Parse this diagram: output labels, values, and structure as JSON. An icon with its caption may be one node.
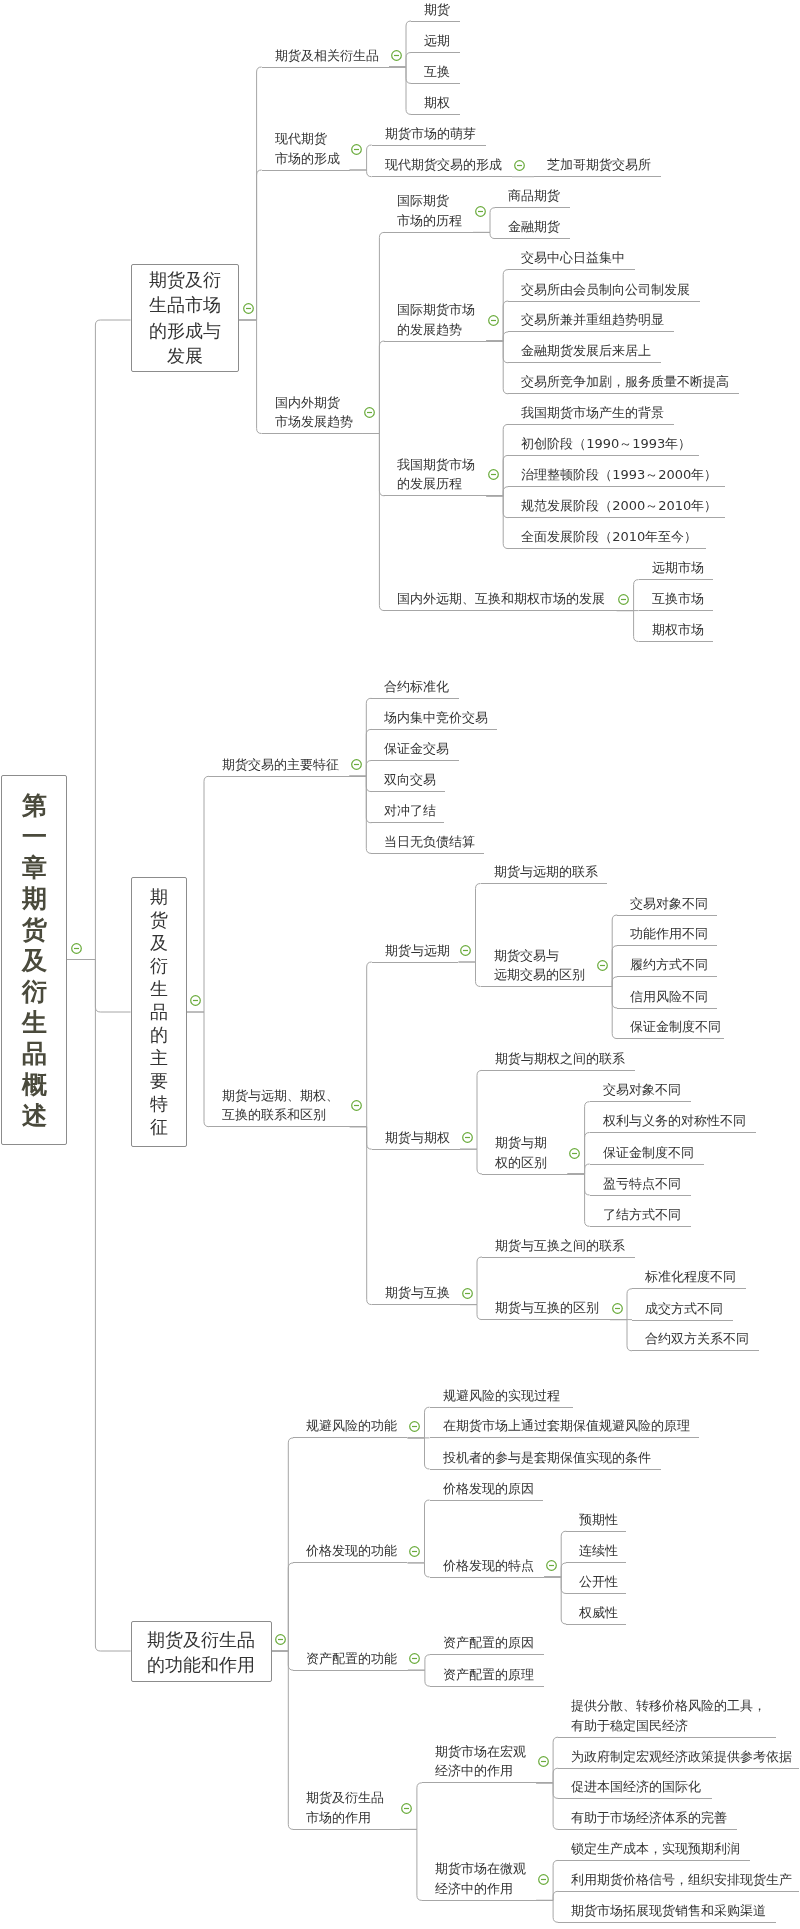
{
  "diagram": {
    "nodes": [
      {
        "text": [
          "第一章期货及衍生品概述"
        ]
      },
      {
        "text": [
          "期货及衍生品市场的形成与发展"
        ]
      },
      {
        "text": [
          "期货及相关衍生品"
        ]
      },
      {
        "text": [
          "期货"
        ]
      },
      {
        "text": [
          "远期"
        ]
      },
      {
        "text": [
          "互换"
        ]
      },
      {
        "text": [
          "期权"
        ]
      },
      {
        "text": [
          "现代期货市场的形成"
        ]
      },
      {
        "text": [
          "期货市场的萌芽"
        ]
      },
      {
        "text": [
          "现代期货交易的形成"
        ]
      },
      {
        "text": [
          "芝加哥期货交易所"
        ]
      },
      {
        "text": [
          "国内外期货市场发展趋势"
        ]
      },
      {
        "text": [
          "国际期货市场的历程"
        ]
      },
      {
        "text": [
          "商品期货"
        ]
      },
      {
        "text": [
          "金融期货"
        ]
      },
      {
        "text": [
          "国际期货市场的发展趋势"
        ]
      },
      {
        "text": [
          "交易中心日益集中"
        ]
      },
      {
        "text": [
          "交易所由会员制向公司制发展"
        ]
      },
      {
        "text": [
          "交易所兼并重组趋势明显"
        ]
      },
      {
        "text": [
          "金融期货发展后来居上"
        ]
      },
      {
        "text": [
          "交易所竞争加剧，服务质量不断提高"
        ]
      },
      {
        "text": [
          "我国期货市场的发展历程"
        ]
      },
      {
        "text": [
          "我国期货市场产生的背景"
        ]
      },
      {
        "text": [
          "初创阶段（1990～1993年）"
        ]
      },
      {
        "text": [
          "治理整顿阶段（1993～2000年）"
        ]
      },
      {
        "text": [
          "规范发展阶段（2000～2010年）"
        ]
      },
      {
        "text": [
          "全面发展阶段（2010年至今）"
        ]
      },
      {
        "text": [
          "国内外远期、互换和期权市场的发展"
        ]
      },
      {
        "text": [
          "远期市场"
        ]
      },
      {
        "text": [
          "互换市场"
        ]
      },
      {
        "text": [
          "期权市场"
        ]
      },
      {
        "text": [
          "期货及衍生品的主要特征"
        ]
      },
      {
        "text": [
          "期货交易的主要特征"
        ]
      },
      {
        "text": [
          "合约标准化"
        ]
      },
      {
        "text": [
          "场内集中竞价交易"
        ]
      },
      {
        "text": [
          "保证金交易"
        ]
      },
      {
        "text": [
          "双向交易"
        ]
      },
      {
        "text": [
          "对冲了结"
        ]
      },
      {
        "text": [
          "当日无负债结算"
        ]
      },
      {
        "text": [
          "期货与远期、期权、互换的联系和区别"
        ]
      },
      {
        "text": [
          "期货与远期"
        ]
      },
      {
        "text": [
          "期货与远期的联系"
        ]
      },
      {
        "text": [
          "期货交易与远期交易的区别"
        ]
      },
      {
        "text": [
          "交易对象不同"
        ]
      },
      {
        "text": [
          "功能作用不同"
        ]
      },
      {
        "text": [
          "履约方式不同"
        ]
      },
      {
        "text": [
          "信用风险不同"
        ]
      },
      {
        "text": [
          "保证金制度不同"
        ]
      },
      {
        "text": [
          "期货与期权"
        ]
      },
      {
        "text": [
          "期货与期权之间的联系"
        ]
      },
      {
        "text": [
          "期货与期权的区别"
        ]
      },
      {
        "text": [
          "交易对象不同"
        ]
      },
      {
        "text": [
          "权利与义务的对称性不同"
        ]
      },
      {
        "text": [
          "保证金制度不同"
        ]
      },
      {
        "text": [
          "盈亏特点不同"
        ]
      },
      {
        "text": [
          "了结方式不同"
        ]
      },
      {
        "text": [
          "期货与互换"
        ]
      },
      {
        "text": [
          "期货与互换之间的联系"
        ]
      },
      {
        "text": [
          "期货与互换的区别"
        ]
      },
      {
        "text": [
          "标准化程度不同"
        ]
      },
      {
        "text": [
          "成交方式不同"
        ]
      },
      {
        "text": [
          "合约双方关系不同"
        ]
      },
      {
        "text": [
          "期货及衍生品的功能和作用"
        ]
      },
      {
        "text": [
          "规避风险的功能"
        ]
      },
      {
        "text": [
          "规避风险的实现过程"
        ]
      },
      {
        "text": [
          "在期货市场上通过套期保值规避风险的原理"
        ]
      },
      {
        "text": [
          "投机者的参与是套期保值实现的条件"
        ]
      },
      {
        "text": [
          "价格发现的功能"
        ]
      },
      {
        "text": [
          "价格发现的原因"
        ]
      },
      {
        "text": [
          "价格发现的特点"
        ]
      },
      {
        "text": [
          "预期性"
        ]
      },
      {
        "text": [
          "连续性"
        ]
      },
      {
        "text": [
          "公开性"
        ]
      },
      {
        "text": [
          "权威性"
        ]
      },
      {
        "text": [
          "资产配置的功能"
        ]
      },
      {
        "text": [
          "资产配置的原因"
        ]
      },
      {
        "text": [
          "资产配置的原理"
        ]
      },
      {
        "text": [
          "期货及衍生品市场的作用"
        ]
      },
      {
        "text": [
          "期货市场在宏观经济中的作用"
        ]
      },
      {
        "text": [
          "提供分散、转移价格风险的工具，有助于稳定国民经济"
        ]
      },
      {
        "text": [
          "为政府制定宏观经济政策提供参考依据"
        ]
      },
      {
        "text": [
          "促进本国经济的国际化"
        ]
      },
      {
        "text": [
          "有助于市场经济体系的完善"
        ]
      },
      {
        "text": [
          "期货市场在微观经济中的作用"
        ]
      },
      {
        "text": [
          "锁定生产成本，实现预期利润"
        ]
      },
      {
        "text": [
          "利用期货价格信号，组织安排现货生产"
        ]
      },
      {
        "text": [
          "期货市场拓展现货销售和采购渠道"
        ]
      }
    ],
    "edges": [
      {
        "from": 0,
        "to": 1,
        "arrow": "none"
      },
      {
        "from": 1,
        "to": 2,
        "arrow": "none"
      },
      {
        "from": 2,
        "to": 3,
        "arrow": "none"
      },
      {
        "from": 2,
        "to": 4,
        "arrow": "none"
      },
      {
        "from": 2,
        "to": 5,
        "arrow": "none"
      },
      {
        "from": 2,
        "to": 6,
        "arrow": "none"
      },
      {
        "from": 1,
        "to": 7,
        "arrow": "none"
      },
      {
        "from": 7,
        "to": 8,
        "arrow": "none"
      },
      {
        "from": 7,
        "to": 9,
        "arrow": "none"
      },
      {
        "from": 9,
        "to": 10,
        "arrow": "none"
      },
      {
        "from": 1,
        "to": 11,
        "arrow": "none"
      },
      {
        "from": 11,
        "to": 12,
        "arrow": "none"
      },
      {
        "from": 12,
        "to": 13,
        "arrow": "none"
      },
      {
        "from": 12,
        "to": 14,
        "arrow": "none"
      },
      {
        "from": 11,
        "to": 15,
        "arrow": "none"
      },
      {
        "from": 15,
        "to": 16,
        "arrow": "none"
      },
      {
        "from": 15,
        "to": 17,
        "arrow": "none"
      },
      {
        "from": 15,
        "to": 18,
        "arrow": "none"
      },
      {
        "from": 15,
        "to": 19,
        "arrow": "none"
      },
      {
        "from": 15,
        "to": 20,
        "arrow": "none"
      },
      {
        "from": 11,
        "to": 21,
        "arrow": "none"
      },
      {
        "from": 21,
        "to": 22,
        "arrow": "none"
      },
      {
        "from": 21,
        "to": 23,
        "arrow": "none"
      },
      {
        "from": 21,
        "to": 24,
        "arrow": "none"
      },
      {
        "from": 21,
        "to": 25,
        "arrow": "none"
      },
      {
        "from": 21,
        "to": 26,
        "arrow": "none"
      },
      {
        "from": 11,
        "to": 27,
        "arrow": "none"
      },
      {
        "from": 27,
        "to": 28,
        "arrow": "none"
      },
      {
        "from": 27,
        "to": 29,
        "arrow": "none"
      },
      {
        "from": 27,
        "to": 30,
        "arrow": "none"
      },
      {
        "from": 0,
        "to": 31,
        "arrow": "none"
      },
      {
        "from": 31,
        "to": 32,
        "arrow": "none"
      },
      {
        "from": 32,
        "to": 33,
        "arrow": "none"
      },
      {
        "from": 32,
        "to": 34,
        "arrow": "none"
      },
      {
        "from": 32,
        "to": 35,
        "arrow": "none"
      },
      {
        "from": 32,
        "to": 36,
        "arrow": "none"
      },
      {
        "from": 32,
        "to": 37,
        "arrow": "none"
      },
      {
        "from": 32,
        "to": 38,
        "arrow": "none"
      },
      {
        "from": 31,
        "to": 39,
        "arrow": "none"
      },
      {
        "from": 39,
        "to": 40,
        "arrow": "none"
      },
      {
        "from": 40,
        "to": 41,
        "arrow": "none"
      },
      {
        "from": 40,
        "to": 42,
        "arrow": "none"
      },
      {
        "from": 42,
        "to": 43,
        "arrow": "none"
      },
      {
        "from": 42,
        "to": 44,
        "arrow": "none"
      },
      {
        "from": 42,
        "to": 45,
        "arrow": "none"
      },
      {
        "from": 42,
        "to": 46,
        "arrow": "none"
      },
      {
        "from": 42,
        "to": 47,
        "arrow": "none"
      },
      {
        "from": 39,
        "to": 48,
        "arrow": "none"
      },
      {
        "from": 48,
        "to": 49,
        "arrow": "none"
      },
      {
        "from": 48,
        "to": 50,
        "arrow": "none"
      },
      {
        "from": 50,
        "to": 51,
        "arrow": "none"
      },
      {
        "from": 50,
        "to": 52,
        "arrow": "none"
      },
      {
        "from": 50,
        "to": 53,
        "arrow": "none"
      },
      {
        "from": 50,
        "to": 54,
        "arrow": "none"
      },
      {
        "from": 50,
        "to": 55,
        "arrow": "none"
      },
      {
        "from": 39,
        "to": 56,
        "arrow": "none"
      },
      {
        "from": 56,
        "to": 57,
        "arrow": "none"
      },
      {
        "from": 56,
        "to": 58,
        "arrow": "none"
      },
      {
        "from": 58,
        "to": 59,
        "arrow": "none"
      },
      {
        "from": 58,
        "to": 60,
        "arrow": "none"
      },
      {
        "from": 58,
        "to": 61,
        "arrow": "none"
      },
      {
        "from": 0,
        "to": 62,
        "arrow": "none"
      },
      {
        "from": 62,
        "to": 63,
        "arrow": "none"
      },
      {
        "from": 63,
        "to": 64,
        "arrow": "none"
      },
      {
        "from": 63,
        "to": 65,
        "arrow": "none"
      },
      {
        "from": 63,
        "to": 66,
        "arrow": "none"
      },
      {
        "from": 62,
        "to": 67,
        "arrow": "none"
      },
      {
        "from": 67,
        "to": 68,
        "arrow": "none"
      },
      {
        "from": 67,
        "to": 69,
        "arrow": "none"
      },
      {
        "from": 69,
        "to": 70,
        "arrow": "none"
      },
      {
        "from": 69,
        "to": 71,
        "arrow": "none"
      },
      {
        "from": 69,
        "to": 72,
        "arrow": "none"
      },
      {
        "from": 69,
        "to": 73,
        "arrow": "none"
      },
      {
        "from": 62,
        "to": 74,
        "arrow": "none"
      },
      {
        "from": 74,
        "to": 75,
        "arrow": "none"
      },
      {
        "from": 74,
        "to": 76,
        "arrow": "none"
      },
      {
        "from": 62,
        "to": 77,
        "arrow": "none"
      },
      {
        "from": 77,
        "to": 78,
        "arrow": "none"
      },
      {
        "from": 78,
        "to": 79,
        "arrow": "none"
      },
      {
        "from": 78,
        "to": 80,
        "arrow": "none"
      },
      {
        "from": 78,
        "to": 81,
        "arrow": "none"
      },
      {
        "from": 78,
        "to": 82,
        "arrow": "none"
      },
      {
        "from": 77,
        "to": 83,
        "arrow": "none"
      },
      {
        "from": 83,
        "to": 84,
        "arrow": "none"
      },
      {
        "from": 83,
        "to": 85,
        "arrow": "none"
      },
      {
        "from": 83,
        "to": 86,
        "arrow": "none"
      }
    ]
  }
}
